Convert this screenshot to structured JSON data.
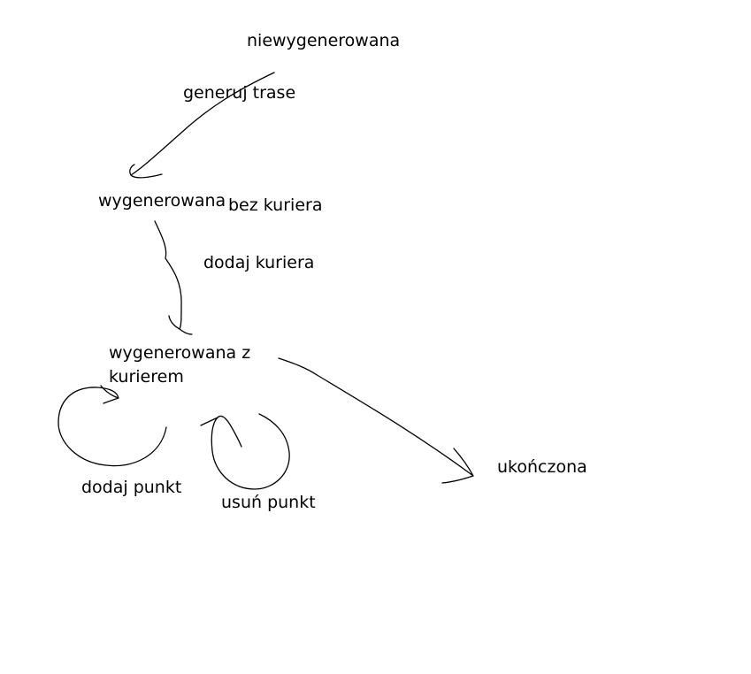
{
  "diagram": {
    "states": {
      "niewygenerowana": "niewygenerowana",
      "wygenerowana": "wygenerowana",
      "bez_kuriera": "bez kuriera",
      "wygenerowana_z_kurierem_line1": "wygenerowana z",
      "wygenerowana_z_kurierem_line2": "kurierem",
      "ukonczona": "ukończona"
    },
    "transitions": {
      "generuj_trase": "generuj trase",
      "dodaj_kuriera": "dodaj kuriera",
      "dodaj_punkt": "dodaj punkt",
      "usun_punkt": "usuń punkt"
    },
    "colors": {
      "background": "#ffffff",
      "ink": "#000000"
    }
  }
}
